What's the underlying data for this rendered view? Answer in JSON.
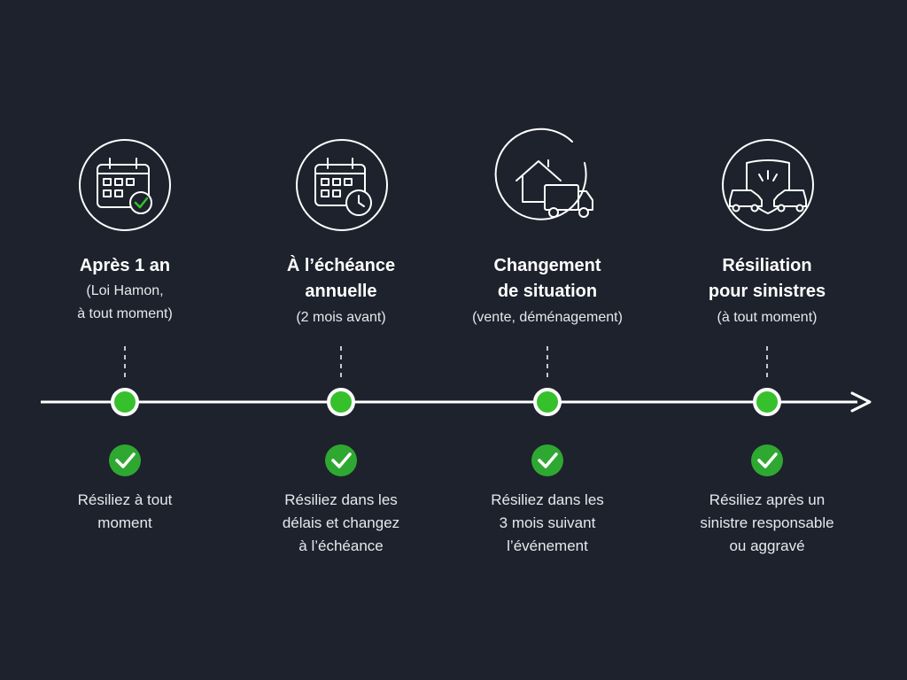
{
  "colors": {
    "background": "#1d222c",
    "line": "#ffffff",
    "accent_green": "#36c12c",
    "check_green": "#2fa832"
  },
  "steps": [
    {
      "icon": "calendar-check-icon",
      "title_lines": [
        "Après 1 an"
      ],
      "subtitle_lines": [
        "(Loi Hamon,",
        "à tout moment)"
      ],
      "desc_lines": [
        "Résiliez à tout",
        "moment"
      ]
    },
    {
      "icon": "calendar-clock-icon",
      "title_lines": [
        "À l’échéance",
        "annuelle"
      ],
      "subtitle_lines": [
        "(2 mois avant)"
      ],
      "desc_lines": [
        "Résiliez dans les",
        "délais et changez",
        "à l’échéance"
      ]
    },
    {
      "icon": "house-moving-truck-icon",
      "title_lines": [
        "Changement",
        "de situation"
      ],
      "subtitle_lines": [
        "(vente, déménagement)"
      ],
      "desc_lines": [
        "Résiliez dans les",
        "3 mois suivant",
        "l’événement"
      ]
    },
    {
      "icon": "shield-car-crash-icon",
      "title_lines": [
        "Résiliation",
        "pour sinistres"
      ],
      "subtitle_lines": [
        "(à tout moment)"
      ],
      "desc_lines": [
        "Résiliez après un",
        "sinistre responsable",
        "ou aggravé"
      ]
    }
  ]
}
